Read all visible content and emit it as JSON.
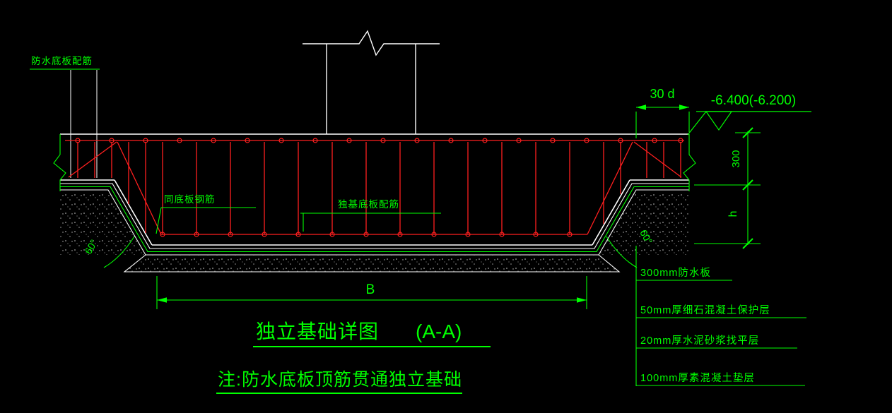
{
  "colors": {
    "background": "#000000",
    "outline_white": "#ffffff",
    "annotation_green": "#00ff00",
    "rebar_red": "#ff1f1f"
  },
  "drawing": {
    "callout_top_left": "防水底板配筋",
    "label_slab_rebar": "同底板钢筋",
    "label_footing_rebar": "独基底板配筋",
    "dim_anchorage": "30 d",
    "elevation": "-6.400(-6.200)",
    "dim_slab_thickness": "300",
    "dim_footing_depth": "h",
    "angle_left": "60°",
    "angle_right": "60°",
    "dim_width": "B",
    "layers": [
      {
        "label": "300mm防水板"
      },
      {
        "label": "50mm厚细石混凝土保护层"
      },
      {
        "label": "20mm厚水泥砂浆找平层"
      },
      {
        "label": "100mm厚素混凝土垫层"
      }
    ],
    "title": "独立基础详图",
    "title_section": "(A-A)",
    "note": "注:防水底板顶筋贯通独立基础"
  }
}
